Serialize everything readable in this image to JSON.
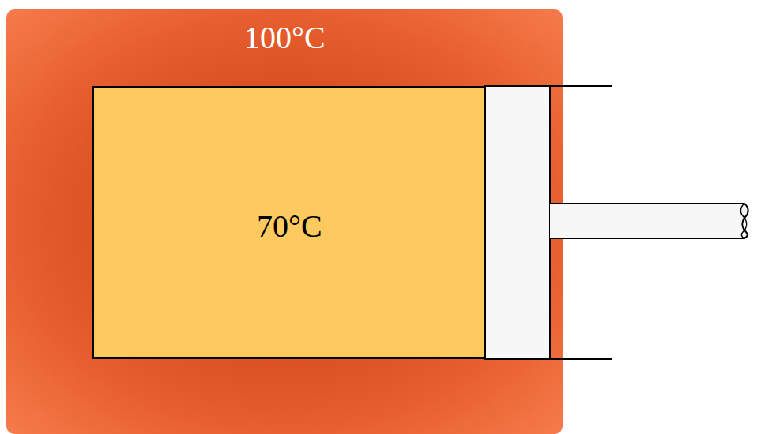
{
  "diagram": {
    "nodes": [
      {
        "text": [
          "100°C"
        ]
      },
      {
        "text": [
          "70°C"
        ],
        "in": 0
      }
    ]
  }
}
